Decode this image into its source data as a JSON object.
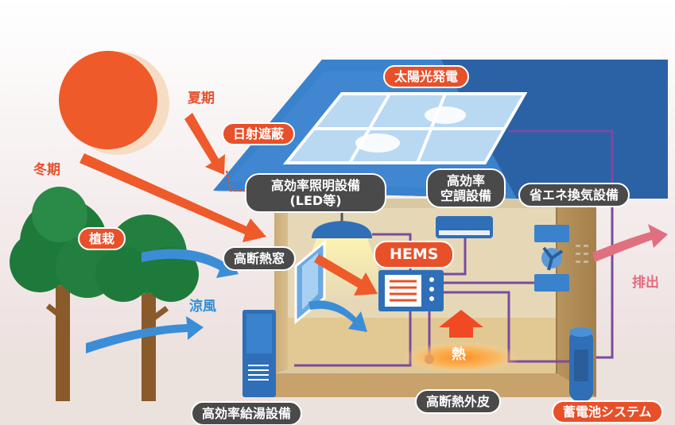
{
  "labels": {
    "solar_power": "太陽光発電",
    "summer": "夏期",
    "winter": "冬期",
    "sun_shading": "日射遮蔽",
    "lighting_line1": "高効率照明設備",
    "lighting_line2": "(LED等)",
    "aircon_line1": "高効率",
    "aircon_line2": "空調設備",
    "ventilation": "省エネ換気設備",
    "planting": "植栽",
    "insulated_window": "高断熱窓",
    "hems": "HEMS",
    "exhaust": "排出",
    "cool_breeze": "涼風",
    "heat": "熱",
    "water_heater": "高効率給湯設備",
    "insulated_envelope": "高断熱外皮",
    "battery": "蓄電池システム"
  },
  "colors": {
    "roof": "#2e6fb8",
    "label_dark": "#4a4a4a",
    "label_orange": "#e8502a",
    "sun": "#ee5a2a",
    "breeze": "#3b8ed6",
    "exhaust": "#e07080",
    "wire": "#7b4a9e",
    "wall_inner": "#d8c9a2"
  }
}
